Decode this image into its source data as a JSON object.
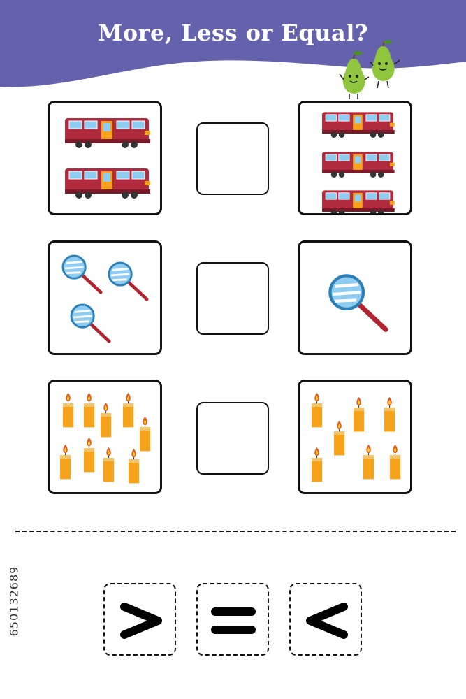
{
  "title": "More, Less or Equal?",
  "watermark_id": "650132689",
  "colors": {
    "header": "#6462ad",
    "border": "#111111",
    "bus": "#b22a3e",
    "candle": "#f7a21b",
    "glass": "#8ecdf1"
  },
  "rows": [
    {
      "item": "bus",
      "left_count": 2,
      "right_count": 3
    },
    {
      "item": "magnifying-glass",
      "left_count": 3,
      "right_count": 1
    },
    {
      "item": "candle",
      "left_count": 9,
      "right_count": 7
    }
  ],
  "cutouts": [
    {
      "symbol": ">",
      "name": "greater-than"
    },
    {
      "symbol": "=",
      "name": "equal"
    },
    {
      "symbol": "<",
      "name": "less-than"
    }
  ]
}
